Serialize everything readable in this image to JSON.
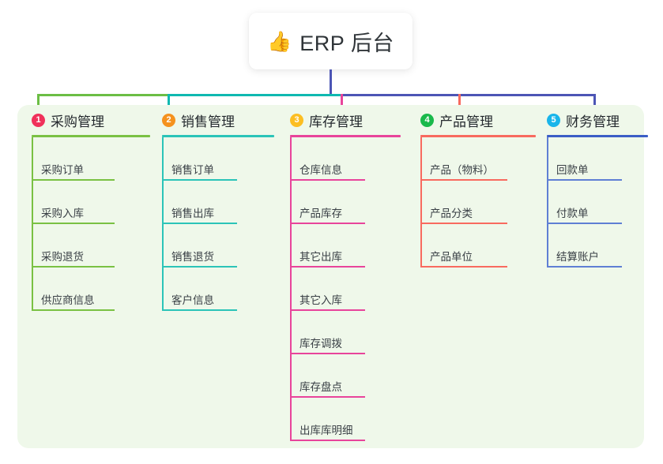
{
  "root": {
    "icon": "thumbs-up-icon",
    "icon_glyph": "👍",
    "title": "ERP 后台"
  },
  "panel": {
    "background": "#eff8ea"
  },
  "connector": {
    "trunk_color": "#4c55b5",
    "segments": [
      {
        "from": "col1",
        "to": "col2",
        "color": "#6cbe45"
      },
      {
        "from": "col2",
        "to": "col3",
        "color": "#0fb9b1"
      },
      {
        "from": "col3",
        "to": "col5",
        "color": "#4c55b5"
      }
    ]
  },
  "columns": [
    {
      "number": "1",
      "title": "采购管理",
      "badge_color": "#f0315b",
      "line_color": "#7ac143",
      "header_color": "#7ac143",
      "drop_color": "#6cbe45",
      "items": [
        {
          "label": "采购订单"
        },
        {
          "label": "采购入库"
        },
        {
          "label": "采购退货"
        },
        {
          "label": "供应商信息"
        }
      ]
    },
    {
      "number": "2",
      "title": "销售管理",
      "badge_color": "#f5921e",
      "line_color": "#2bc4b8",
      "header_color": "#2bc4b8",
      "drop_color": "#0fb9b1",
      "items": [
        {
          "label": "销售订单"
        },
        {
          "label": "销售出库"
        },
        {
          "label": "销售退货"
        },
        {
          "label": "客户信息"
        }
      ]
    },
    {
      "number": "3",
      "title": "库存管理",
      "badge_color": "#fcbe22",
      "line_color": "#e8449b",
      "header_color": "#e8449b",
      "drop_color": "#e8449b",
      "items": [
        {
          "label": "仓库信息"
        },
        {
          "label": "产品库存"
        },
        {
          "label": "其它出库"
        },
        {
          "label": "其它入库"
        },
        {
          "label": "库存调拨"
        },
        {
          "label": "库存盘点"
        },
        {
          "label": "出库库明细"
        }
      ]
    },
    {
      "number": "4",
      "title": "产品管理",
      "badge_color": "#19b94b",
      "line_color": "#f86a5f",
      "header_color": "#f86a5f",
      "drop_color": "#f86a5f",
      "items": [
        {
          "label": "产品（物料）"
        },
        {
          "label": "产品分类"
        },
        {
          "label": "产品单位"
        }
      ]
    },
    {
      "number": "5",
      "title": "财务管理",
      "badge_color": "#19b5ea",
      "line_color": "#5f7fd4",
      "header_color": "#3b5ec6",
      "drop_color": "#4c55b5",
      "items": [
        {
          "label": "回款单"
        },
        {
          "label": "付款单"
        },
        {
          "label": "结算账户"
        }
      ]
    }
  ]
}
